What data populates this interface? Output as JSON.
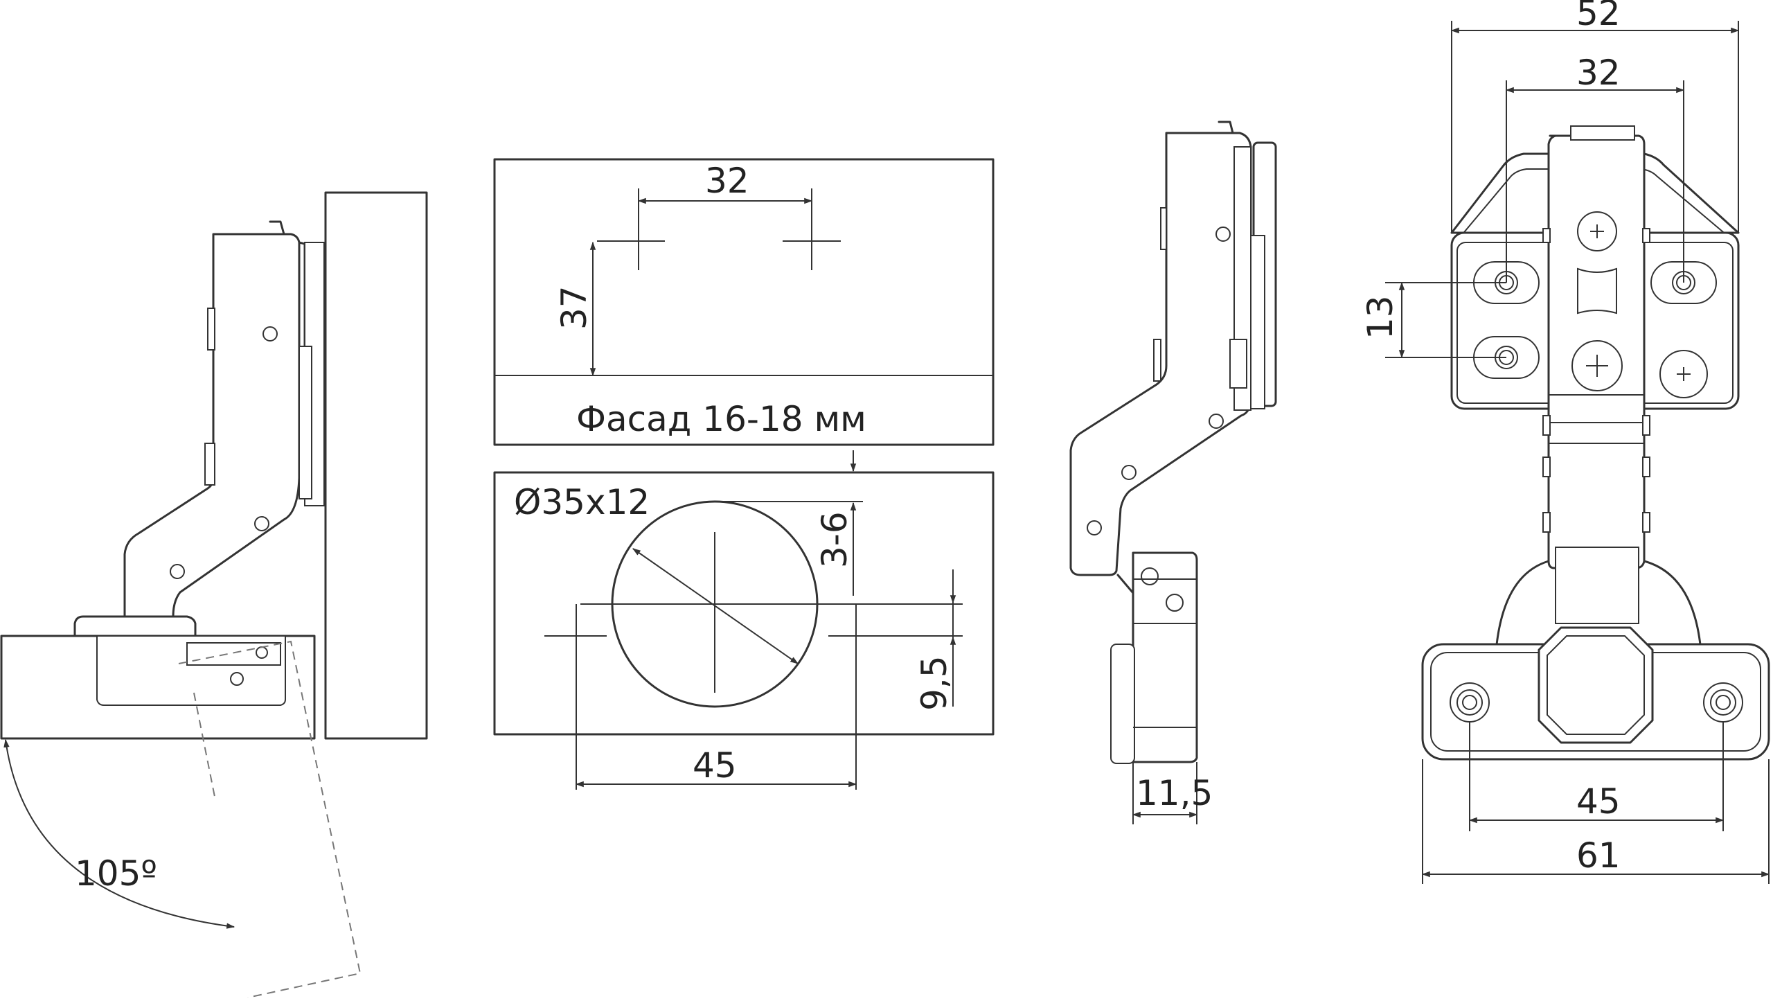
{
  "side_view": {
    "angle_label": "105º"
  },
  "drilling": {
    "top": {
      "spacing_label": "32",
      "depth_label": "37",
      "facade_label": "Фасад 16-18 мм"
    },
    "bottom": {
      "cup_label": "Ø35x12",
      "edge_label": "3-6",
      "offset_label": "9,5",
      "spacing_label": "45"
    }
  },
  "profile_view": {
    "thickness_label": "11,5"
  },
  "front_view": {
    "width_label": "52",
    "hole_spacing_label": "32",
    "vertical_spacing_label": "13",
    "plate_spacing_label": "45",
    "plate_width_label": "61"
  },
  "colors": {
    "line": "#333333",
    "background": "#ffffff"
  }
}
